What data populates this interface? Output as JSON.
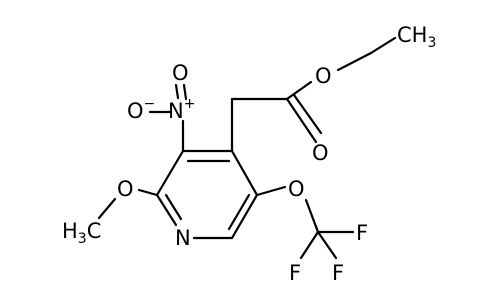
{
  "molecule": {
    "atoms": {
      "ch3_top": "CH",
      "ch3_top_sub": "3",
      "o_ester": "O",
      "o_carbonyl": "O",
      "n_nitro": "N",
      "n_nitro_charge": "+",
      "o_nitro_top": "O",
      "o_nitro_left": "O",
      "o_nitro_left_charge": "−",
      "o_methoxy": "O",
      "ch3_left_prefix": "H",
      "ch3_left_sub": "3",
      "ch3_left_suffix": "C",
      "n_ring": "N",
      "o_ocf3": "O",
      "f_right": "F",
      "f_bottom_left": "F",
      "f_bottom_right": "F"
    }
  }
}
